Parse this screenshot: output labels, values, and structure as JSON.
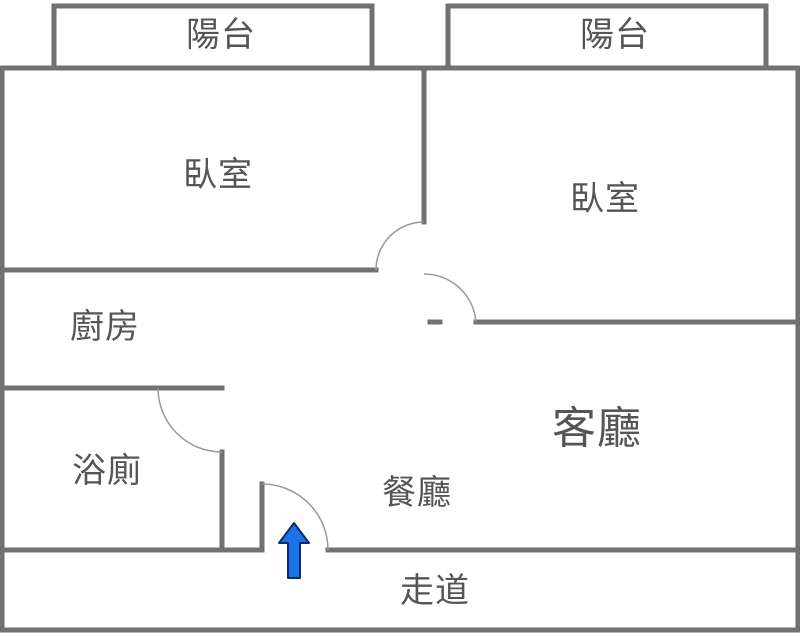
{
  "rooms": {
    "balcony_left": "陽台",
    "balcony_right": "陽台",
    "bedroom_left": "臥室",
    "bedroom_right": "臥室",
    "kitchen": "廚房",
    "bathroom": "浴廁",
    "dining_room": "餐廳",
    "living_room": "客廳",
    "corridor": "走道"
  },
  "colors": {
    "wall": "#717171",
    "label": "#555555",
    "door_arc": "#9a9a9a",
    "entry_arrow": "#1a73e8"
  },
  "icons": {
    "entry": "up-arrow-icon"
  }
}
